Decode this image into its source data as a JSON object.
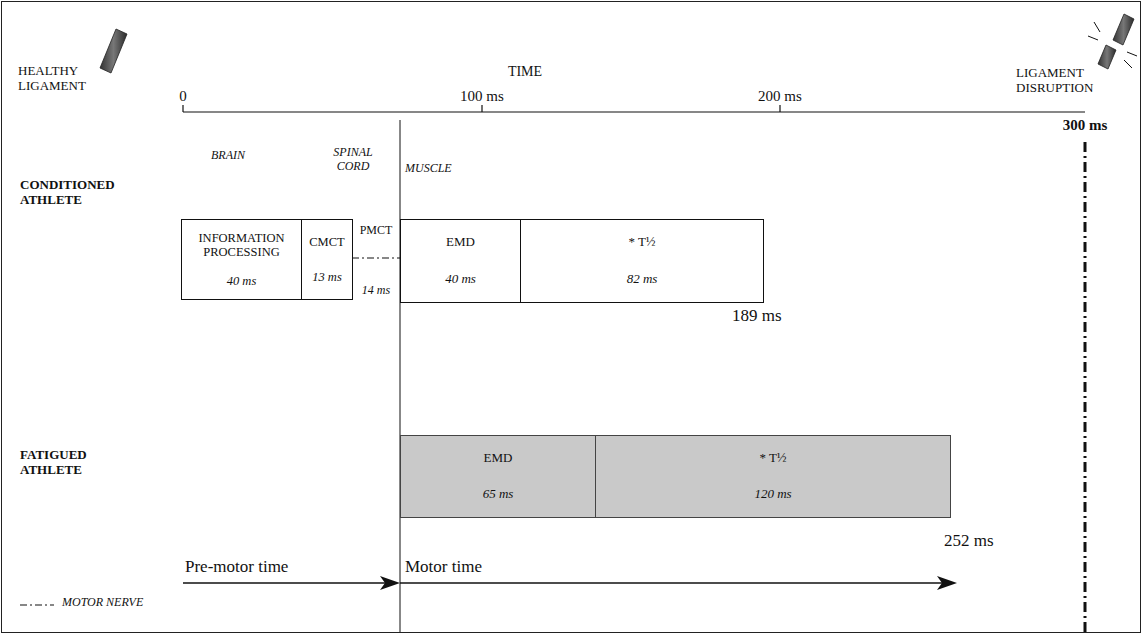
{
  "diagram": {
    "nodes": [
      {
        "text": [
          "INFORMATION PROCESSING",
          "40 ms"
        ]
      },
      {
        "text": [
          "CMCT",
          "13 ms"
        ]
      },
      {
        "text": [
          "EMD",
          "40 ms"
        ]
      },
      {
        "text": [
          "* T½",
          "82 ms"
        ]
      },
      {
        "text": [
          "EMD",
          "65 ms"
        ]
      },
      {
        "text": [
          "* T½",
          "120 ms"
        ]
      }
    ],
    "labels": [
      "HEALTHY LIGAMENT",
      "TIME",
      "LIGAMENT DISRUPTION",
      "0",
      "100 ms",
      "200 ms",
      "300 ms",
      "BRAIN",
      "SPINAL CORD",
      "MUSCLE",
      "CONDITIONED ATHLETE",
      "PMCT",
      "14 ms",
      "189 ms",
      "FATIGUED ATHLETE",
      "252 ms",
      "Pre-motor time",
      "Motor time"
    ],
    "legend": [
      {
        "text": "MOTOR NERVE"
      }
    ]
  }
}
